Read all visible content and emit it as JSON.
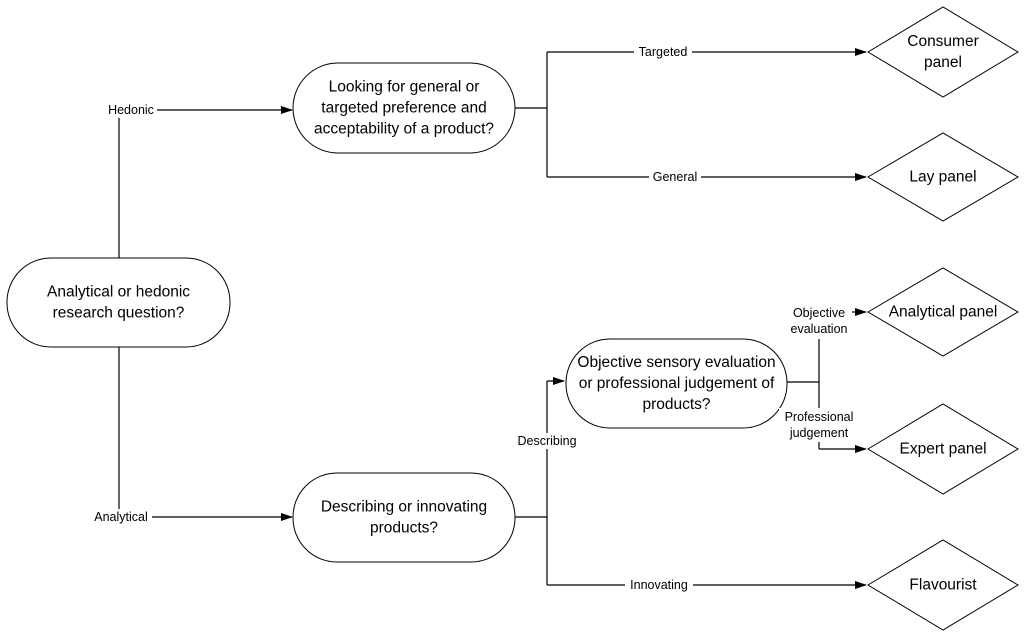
{
  "nodes": {
    "root": [
      "Analytical or hedonic",
      "research question?"
    ],
    "preference_question": [
      "Looking for general or",
      "targeted preference and",
      "acceptability of a product?"
    ],
    "describe_innovate_question": [
      "Describing or innovating",
      "products?"
    ],
    "objective_professional_question": [
      "Objective sensory evaluation",
      "or professional judgement of",
      "products?"
    ],
    "consumer_panel": [
      "Consumer",
      "panel"
    ],
    "lay_panel": [
      "Lay panel"
    ],
    "analytical_panel": [
      "Analytical panel"
    ],
    "expert_panel": [
      "Expert panel"
    ],
    "flavourist": [
      "Flavourist"
    ]
  },
  "edge_labels": {
    "hedonic": [
      "Hedonic"
    ],
    "analytical": [
      "Analytical"
    ],
    "targeted": [
      "Targeted"
    ],
    "general": [
      "General"
    ],
    "describing": [
      "Describing"
    ],
    "innovating": [
      "Innovating"
    ],
    "objective_evaluation": [
      "Objective",
      "evaluation"
    ],
    "professional_judgement": [
      "Professional",
      "judgement"
    ]
  },
  "colors": {
    "stroke": "#000000",
    "fill": "#ffffff",
    "text": "#000000"
  }
}
